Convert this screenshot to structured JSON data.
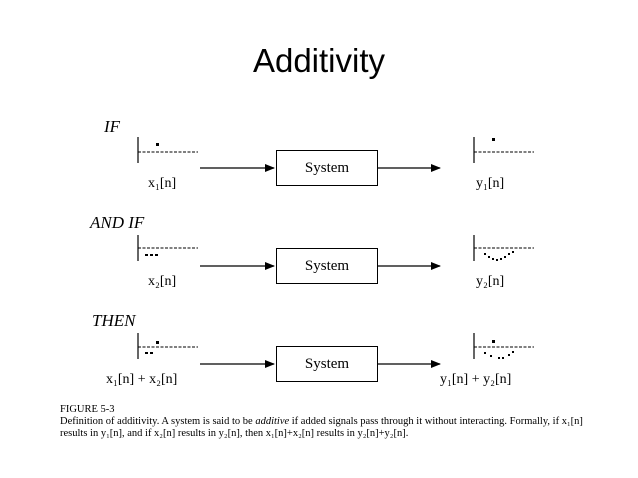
{
  "title": "Additivity",
  "rows": [
    {
      "label": "IF",
      "input": "x₁[n]",
      "system": "System",
      "output": "y₁[n]"
    },
    {
      "label": "AND IF",
      "input": "x₂[n]",
      "system": "System",
      "output": "y₂[n]"
    },
    {
      "label": "THEN",
      "input": "x₁[n] + x₂[n]",
      "system": "System",
      "output": "y₁[n] + y₂[n]"
    }
  ],
  "caption": {
    "figure": "FIGURE 5-3",
    "text_before": "Definition of additivity. A system is said to be ",
    "emph": "additive",
    "text_after": " if added signals pass through it without interacting. Formally, if x₁[n] results in y₁[n], and if x₂[n] results in y₂[n], then x₁[n]+x₂[n] results in y₂[n]+y₂[n]."
  }
}
